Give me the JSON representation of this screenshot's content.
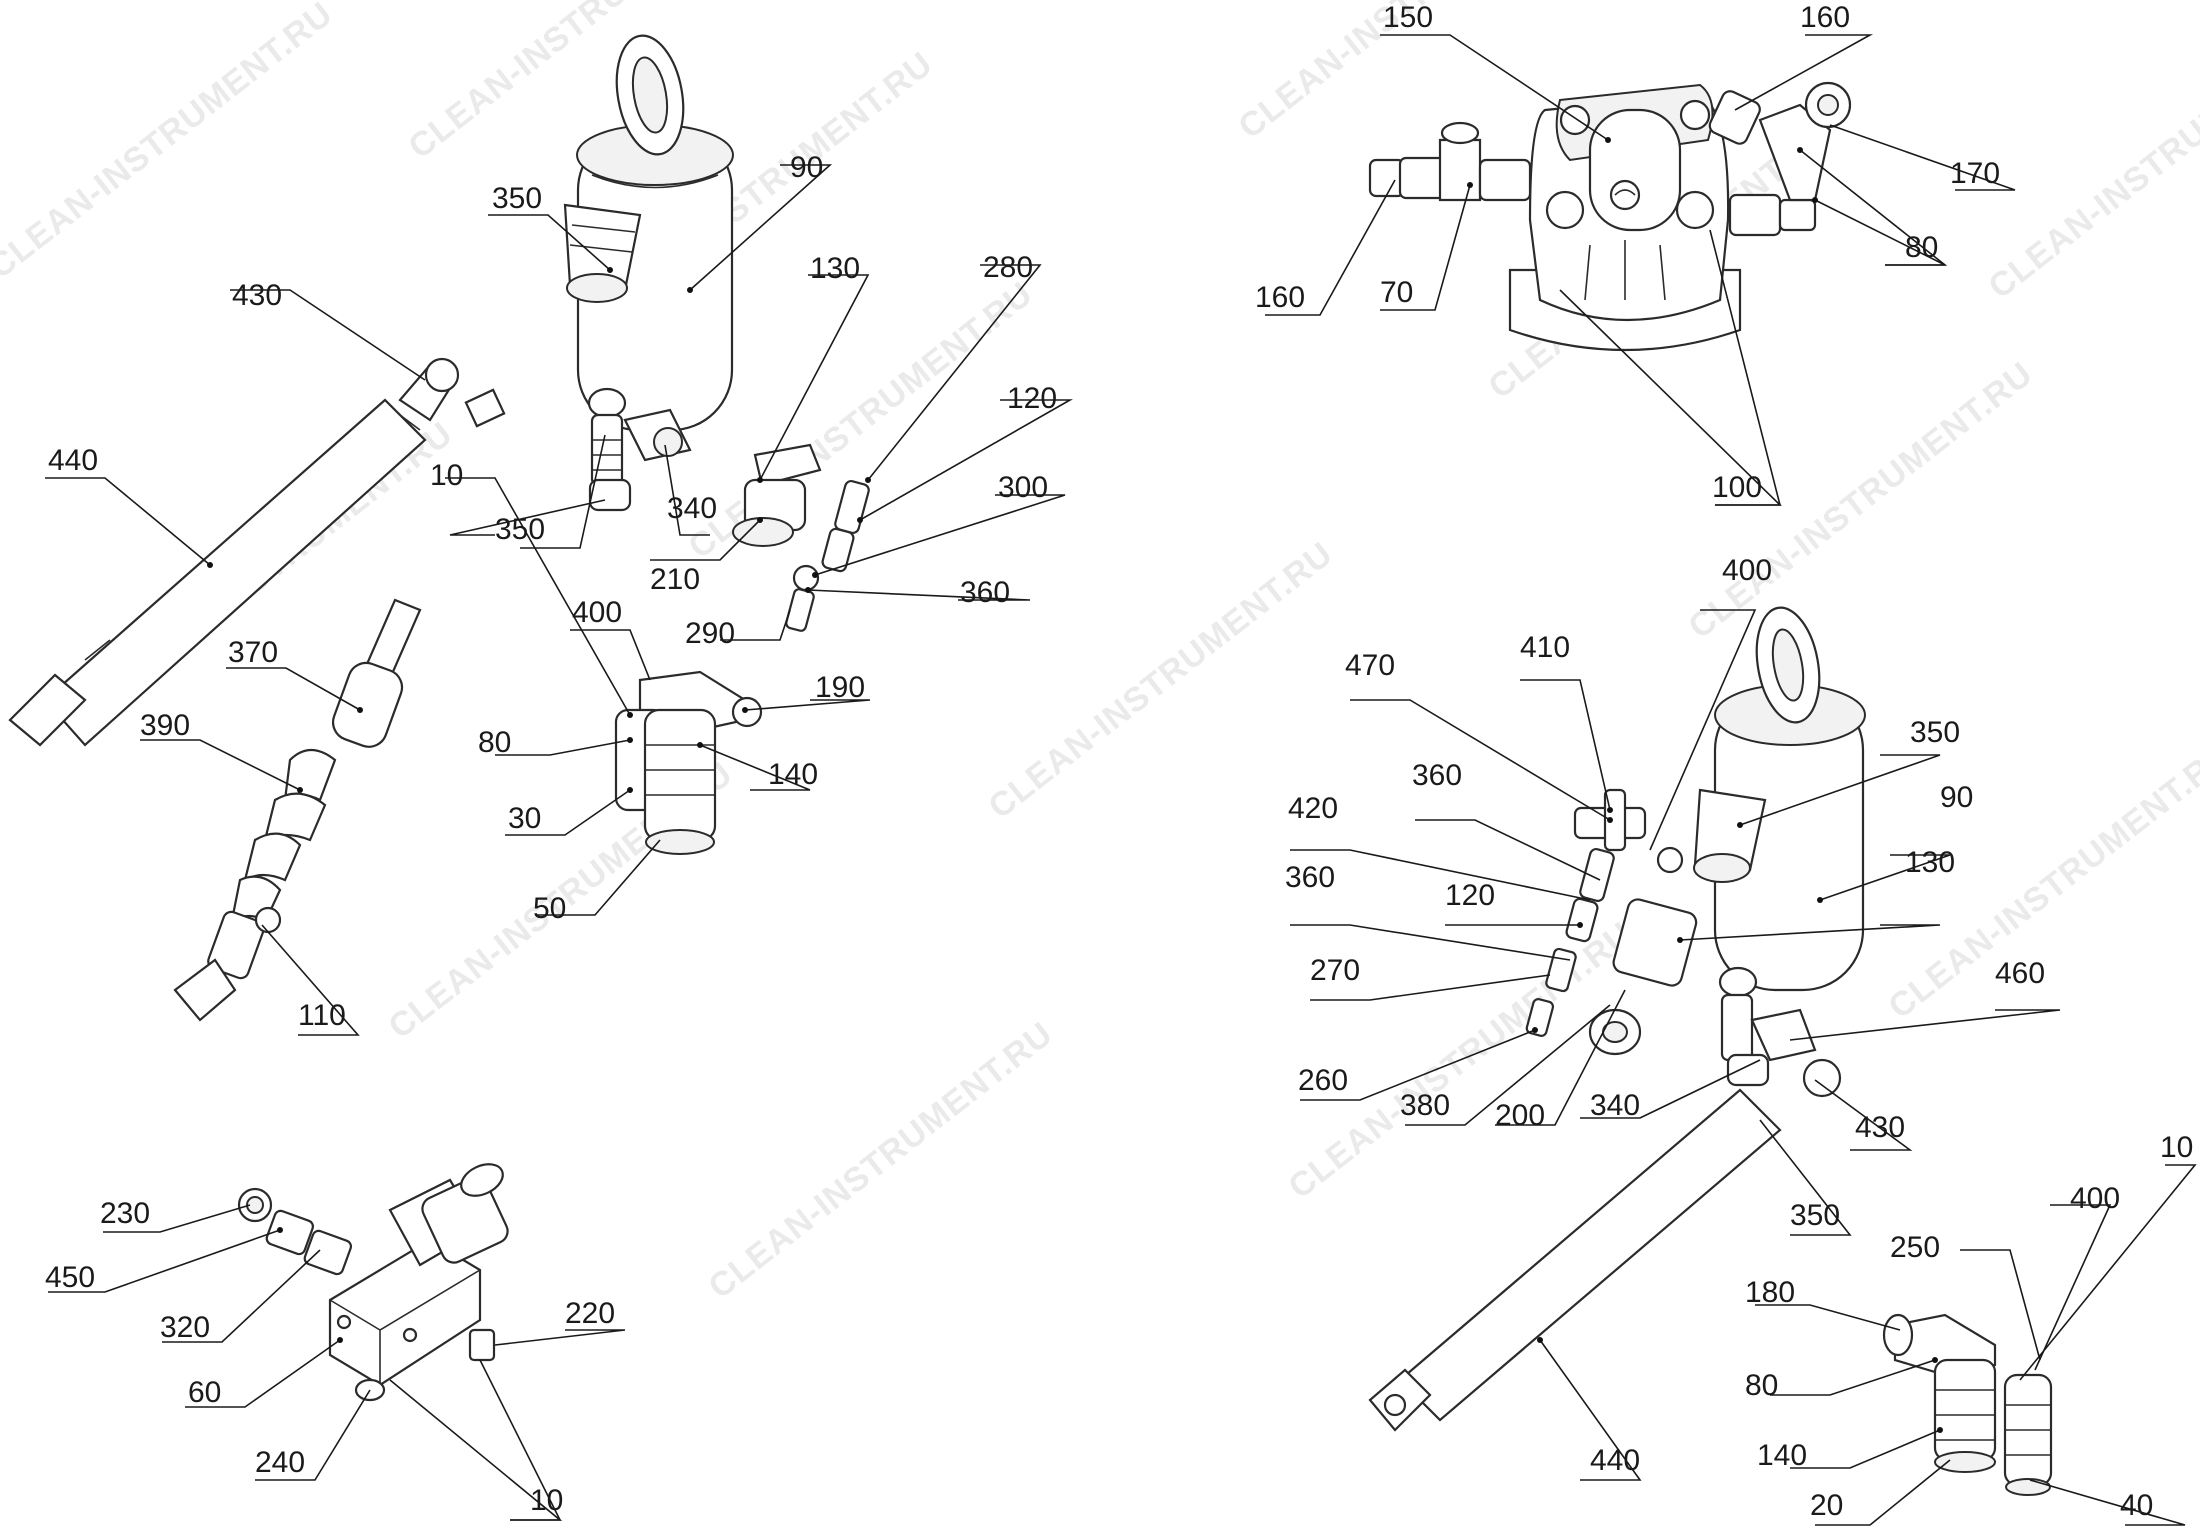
{
  "watermark": "CLEAN-INSTRUMENT.RU",
  "callouts": {
    "c10a": "10",
    "c10b": "10",
    "c10c": "10",
    "c20": "20",
    "c30": "30",
    "c40": "40",
    "c50": "50",
    "c60": "60",
    "c70": "70",
    "c80a": "80",
    "c80b": "80",
    "c80c": "80",
    "c90a": "90",
    "c90b": "90",
    "c100": "100",
    "c110": "110",
    "c120a": "120",
    "c120b": "120",
    "c130a": "130",
    "c130b": "130",
    "c140a": "140",
    "c140b": "140",
    "c150": "150",
    "c160a": "160",
    "c160b": "160",
    "c170": "170",
    "c180": "180",
    "c190": "190",
    "c200": "200",
    "c210": "210",
    "c220": "220",
    "c230": "230",
    "c240": "240",
    "c250": "250",
    "c260": "260",
    "c270": "270",
    "c280": "280",
    "c290": "290",
    "c300": "300",
    "c320": "320",
    "c340a": "340",
    "c340b": "340",
    "c350a": "350",
    "c350b": "350",
    "c350c": "350",
    "c350d": "350",
    "c360a": "360",
    "c360b": "360",
    "c360c": "360",
    "c370": "370",
    "c380": "380",
    "c390": "390",
    "c400a": "400",
    "c400b": "400",
    "c400c": "400",
    "c410": "410",
    "c420": "420",
    "c430a": "430",
    "c430b": "430",
    "c440a": "440",
    "c440b": "440",
    "c450": "450",
    "c460": "460",
    "c470": "470"
  }
}
